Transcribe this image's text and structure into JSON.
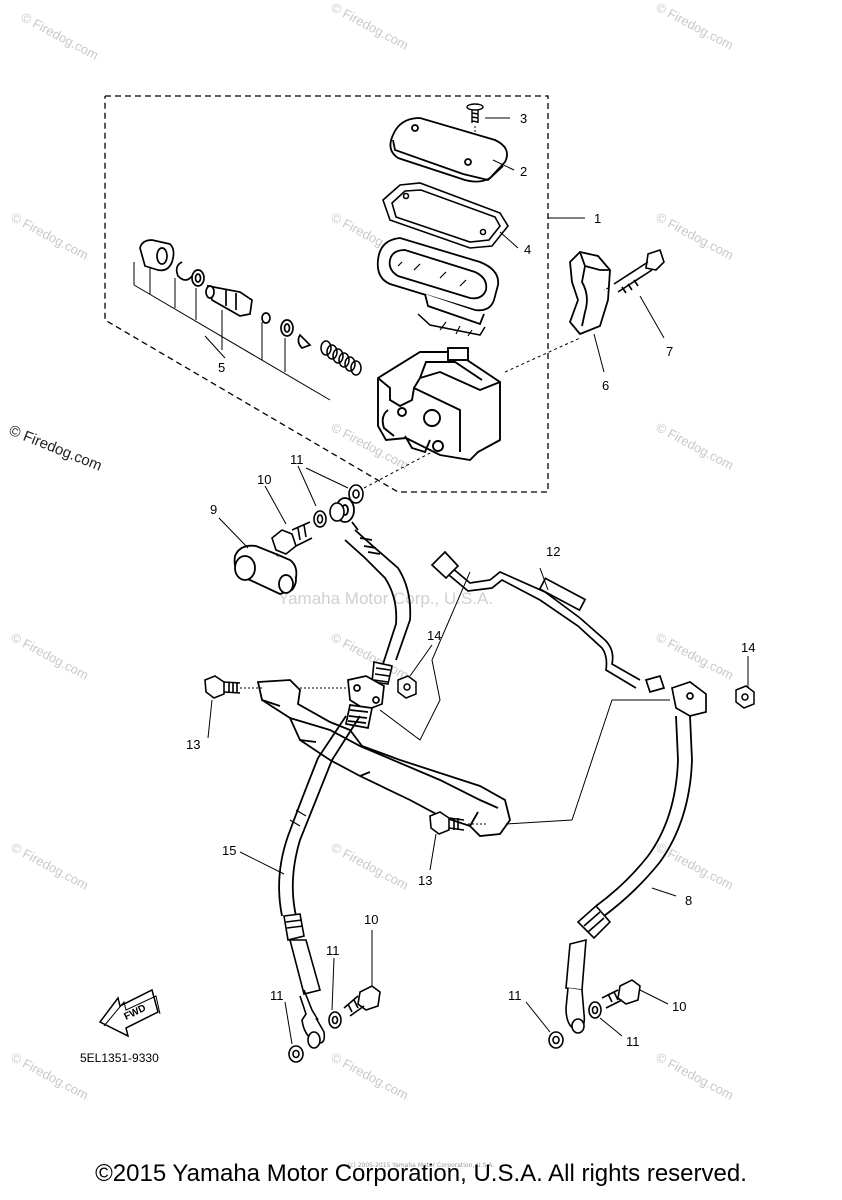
{
  "watermarks": {
    "firedog": "© Firedog.com",
    "yamaha": "Yamaha Motor Corp., U.S.A.",
    "side": "© Firedog.com"
  },
  "callouts": {
    "c1": "1",
    "c2": "2",
    "c3": "3",
    "c4": "4",
    "c5": "5",
    "c6": "6",
    "c7": "7",
    "c8": "8",
    "c9": "9",
    "c10a": "10",
    "c10b": "10",
    "c10c": "10",
    "c11a": "11",
    "c11b": "11",
    "c11c": "11",
    "c11d": "11",
    "c11e": "11",
    "c11f": "11",
    "c12": "12",
    "c13a": "13",
    "c13b": "13",
    "c14a": "14",
    "c14b": "14",
    "c15": "15"
  },
  "fwd_label": "FWD",
  "diagram_code": "5EL1351-9330",
  "footer": "©2015 Yamaha Motor Corporation, U.S.A. All rights reserved.",
  "footer_small": "(c) 2005-2015 Yamaha Motor Corporation, U.S.A."
}
